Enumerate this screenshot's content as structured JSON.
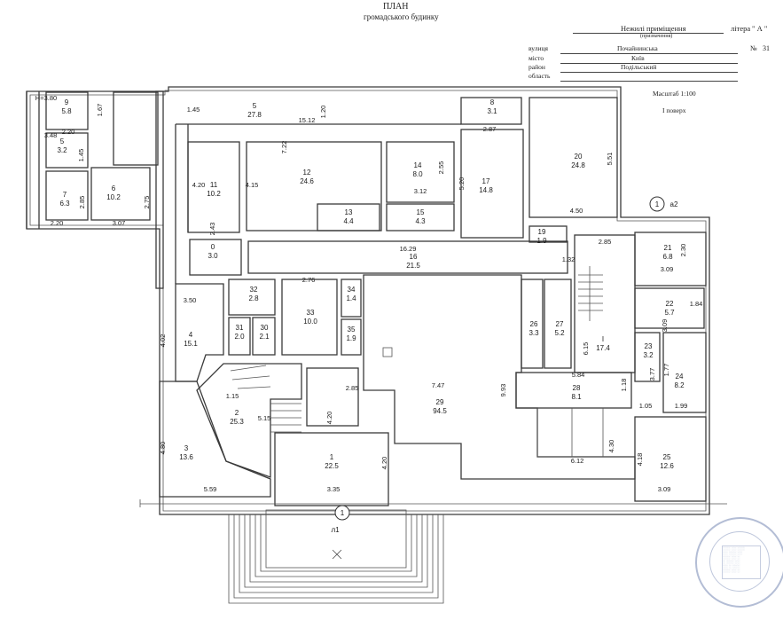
{
  "header": {
    "title": "ПЛАН",
    "subtitle": "громадського будинку",
    "object_value": "Нежилі приміщення",
    "object_caption": "(призначення)",
    "litera_label": "літера",
    "litera_value": "\" А \"",
    "street_label": "вулиця",
    "street_value": "Почайнинська",
    "number_label": "№",
    "number_value": "31",
    "city_label": "місто",
    "city_value": "Київ",
    "district_label": "район",
    "district_value": "Подільський",
    "region_label": "область",
    "scale": "Масштаб 1:100",
    "floor": "I поверх"
  },
  "axis_labels": {
    "a1": "1",
    "a2": "а2",
    "b1": "1",
    "b2": "л1"
  },
  "rooms": [
    {
      "id": "r1",
      "num": "1",
      "area": "22.5"
    },
    {
      "id": "r2",
      "num": "2",
      "area": "25.3"
    },
    {
      "id": "r3",
      "num": "3",
      "area": "13.6"
    },
    {
      "id": "r4",
      "num": "4",
      "area": "15.1"
    },
    {
      "id": "r5",
      "num": "5",
      "area": "27.8"
    },
    {
      "id": "r5b",
      "num": "5",
      "area": "3.2"
    },
    {
      "id": "r6",
      "num": "6",
      "area": "10.2"
    },
    {
      "id": "r7",
      "num": "7",
      "area": "6.3"
    },
    {
      "id": "r8",
      "num": "8",
      "area": "3.1"
    },
    {
      "id": "r9",
      "num": "9",
      "area": "5.8"
    },
    {
      "id": "r0",
      "num": "0",
      "area": "3.0"
    },
    {
      "id": "r11",
      "num": "11",
      "area": "10.2"
    },
    {
      "id": "r12",
      "num": "12",
      "area": "24.6"
    },
    {
      "id": "r13",
      "num": "13",
      "area": "4.4"
    },
    {
      "id": "r14",
      "num": "14",
      "area": "8.0"
    },
    {
      "id": "r15",
      "num": "15",
      "area": "4.3"
    },
    {
      "id": "r16",
      "num": "16",
      "area": "21.5"
    },
    {
      "id": "r17",
      "num": "17",
      "area": "14.8"
    },
    {
      "id": "r19",
      "num": "19",
      "area": "1.9"
    },
    {
      "id": "r20",
      "num": "20",
      "area": "24.8"
    },
    {
      "id": "r21",
      "num": "21",
      "area": "6.8"
    },
    {
      "id": "r22",
      "num": "22",
      "area": "5.7"
    },
    {
      "id": "r23",
      "num": "23",
      "area": "3.2"
    },
    {
      "id": "r24",
      "num": "24",
      "area": "8.2"
    },
    {
      "id": "r25",
      "num": "25",
      "area": "12.6"
    },
    {
      "id": "r26",
      "num": "26",
      "area": "3.3"
    },
    {
      "id": "r27",
      "num": "27",
      "area": "5.2"
    },
    {
      "id": "r28",
      "num": "28",
      "area": "8.1"
    },
    {
      "id": "r29",
      "num": "29",
      "area": "94.5"
    },
    {
      "id": "r30",
      "num": "30",
      "area": "2.1"
    },
    {
      "id": "r31",
      "num": "31",
      "area": "2.0"
    },
    {
      "id": "r32",
      "num": "32",
      "area": "2.8"
    },
    {
      "id": "r33",
      "num": "33",
      "area": "10.0"
    },
    {
      "id": "r34",
      "num": "34",
      "area": "1.4"
    },
    {
      "id": "r35",
      "num": "35",
      "area": "1.9"
    },
    {
      "id": "rI",
      "num": "I",
      "area": "17.4"
    }
  ],
  "dimensions": [
    "H=3.80",
    "3.48",
    "1.67",
    "2.20",
    "1.45",
    "2.85",
    "2.20",
    "3.07",
    "2.75",
    "1.45",
    "15.12",
    "1.20",
    "2.87",
    "5.51",
    "7.22",
    "4.20",
    "4.15",
    "2.55",
    "5.20",
    "3.12",
    "2.43",
    "4.50",
    "16.29",
    "2.85",
    "3.09",
    "1.32",
    "2.30",
    "3.50",
    "2.76",
    "1.84",
    "3.09",
    "4.02",
    "6.15",
    "1.77",
    "3.77",
    "7.47",
    "9.93",
    "5.84",
    "1.18",
    "1.15",
    "5.15",
    "2.85",
    "4.20",
    "1.05",
    "1.99",
    "4.80",
    "4.20",
    "4.30",
    "6.12",
    "4.18",
    "5.59",
    "3.35",
    "3.09"
  ]
}
